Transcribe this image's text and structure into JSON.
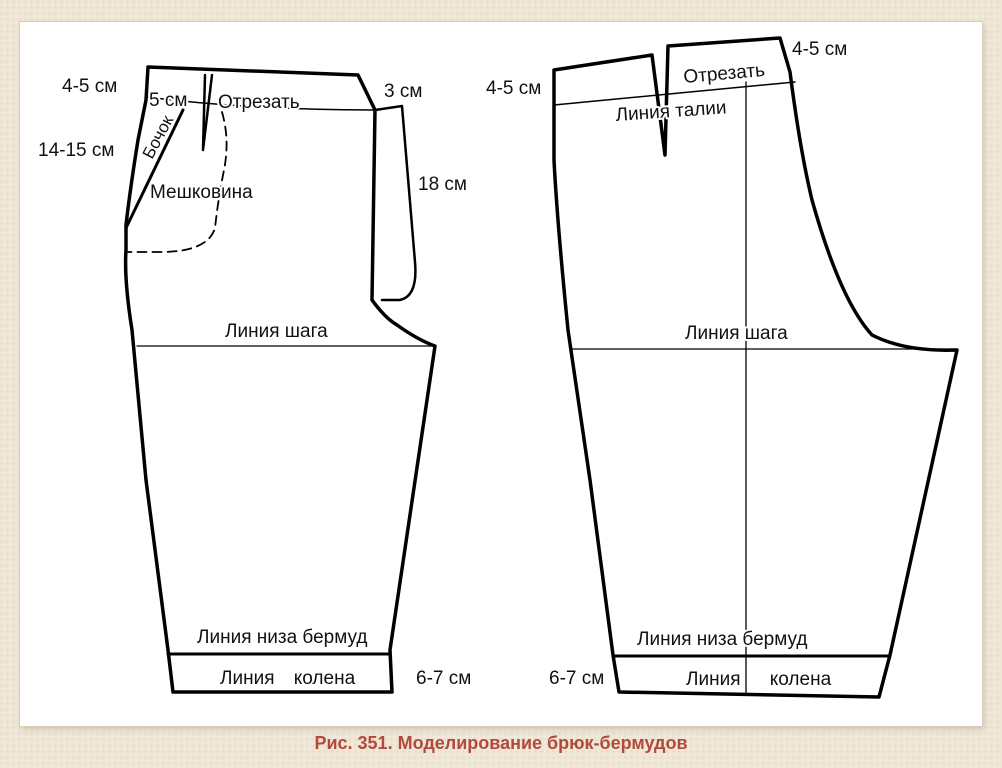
{
  "caption": "Рис. 351. Моделирование брюк-бермудов",
  "front": {
    "dim_waist_top": "4-5 см",
    "dim_pocket_width": "5 см",
    "yoke_label": "Отрезать",
    "dim_fly": "3 см",
    "dim_side": "14-15 см",
    "side_piece_label": "Бочок",
    "pocket_bag_label": "Мешковина",
    "dim_fly_length": "18 см",
    "crotch_line_label": "Линия шага",
    "hem_line_label": "Линия низа бермуд",
    "knee_line_label": "Линия колена",
    "dim_hem": "6-7 см"
  },
  "back": {
    "dim_waist_left": "4-5 см",
    "dim_waist_right": "4-5 см",
    "yoke_label": "Отрезать",
    "waist_line_label": "Линия талии",
    "crotch_line_label": "Линия шага",
    "hem_line_label": "Линия низа бермуд",
    "knee_line_label": "Линия колена",
    "dim_hem": "6-7 см"
  }
}
